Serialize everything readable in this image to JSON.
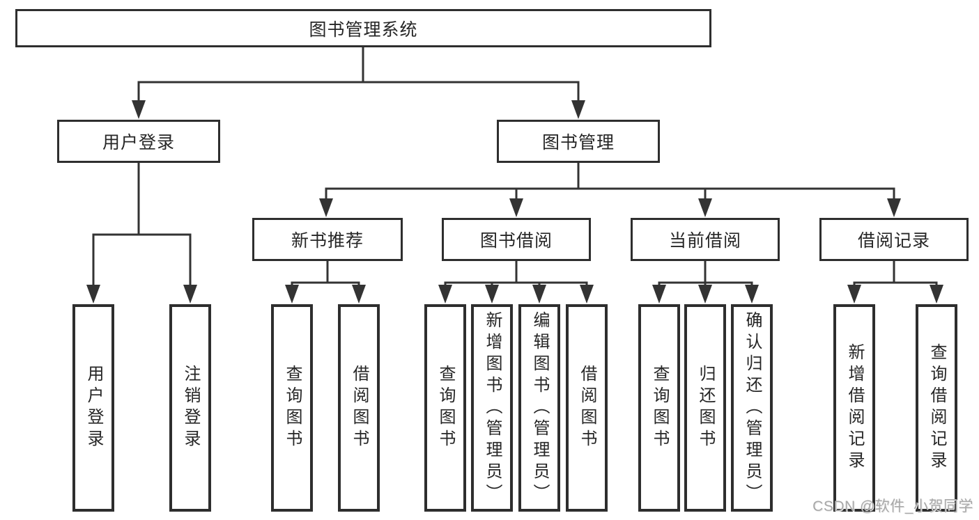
{
  "diagram": {
    "root": {
      "label": "图书管理系统"
    },
    "branches": [
      {
        "label": "用户登录",
        "children": [
          {
            "label": "用户登录"
          },
          {
            "label": "注销登录"
          }
        ]
      },
      {
        "label": "图书管理",
        "sections": [
          {
            "label": "新书推荐",
            "children": [
              {
                "label": "查询图书"
              },
              {
                "label": "借阅图书"
              }
            ]
          },
          {
            "label": "图书借阅",
            "children": [
              {
                "label": "查询图书"
              },
              {
                "label": "新增图书（管理员）"
              },
              {
                "label": "编辑图书（管理员）"
              },
              {
                "label": "借阅图书"
              }
            ]
          },
          {
            "label": "当前借阅",
            "children": [
              {
                "label": "查询图书"
              },
              {
                "label": "归还图书"
              },
              {
                "label": "确认归还（管理员）"
              }
            ]
          },
          {
            "label": "借阅记录",
            "children": [
              {
                "label": "新增借阅记录"
              },
              {
                "label": "查询借阅记录"
              }
            ]
          }
        ]
      }
    ]
  },
  "watermark": {
    "text": "CSDN @软件_小贺同学"
  },
  "colors": {
    "line": "#333333",
    "box_border": "#2e2e2e",
    "text": "#262626",
    "watermark": "#a8a8a8",
    "background": "#ffffff"
  }
}
